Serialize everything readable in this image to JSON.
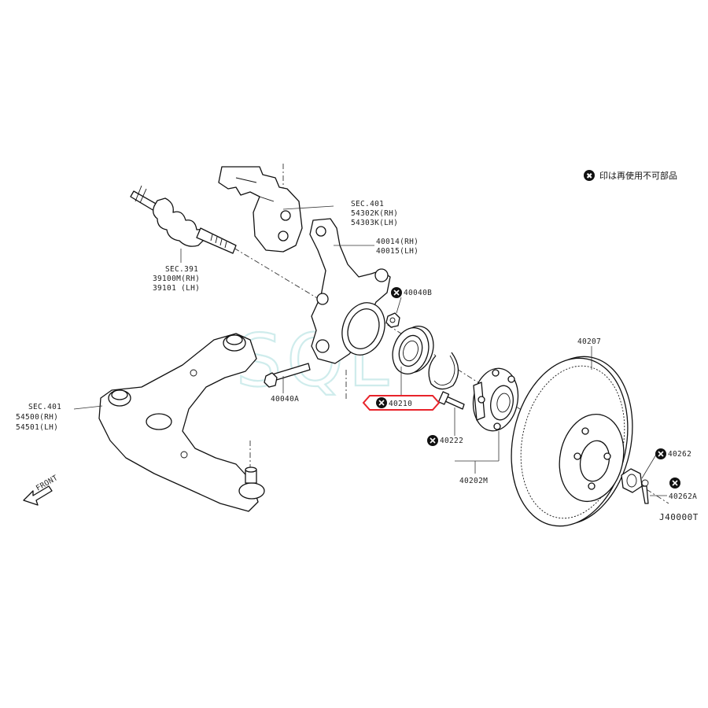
{
  "legend": {
    "symbol": "✖",
    "text": "印は再使用不可部品"
  },
  "labels": {
    "sec401_top": "SEC.401",
    "p54302k": "54302K(RH)",
    "p54303k": "54303K(LH)",
    "p40014": "40014(RH)",
    "p40015": "40015(LH)",
    "sec391": "SEC.391",
    "p39100m": "39100M(RH)",
    "p39101": "39101  (LH)",
    "p40040b": "40040B",
    "p40040a": "40040A",
    "p40210": "40210",
    "p40222": "40222",
    "p40202m": "40202M",
    "p40207": "40207",
    "p40262": "40262",
    "p40262a": "40262A",
    "sec401_left": "SEC.401",
    "p54500": "54500(RH)",
    "p54501": "54501(LH)",
    "front": "FRONT",
    "code": "J40000T"
  },
  "watermark": "SQL",
  "colors": {
    "highlight": "#e8232a",
    "ink": "#111111",
    "watermark": "#a8dede"
  }
}
